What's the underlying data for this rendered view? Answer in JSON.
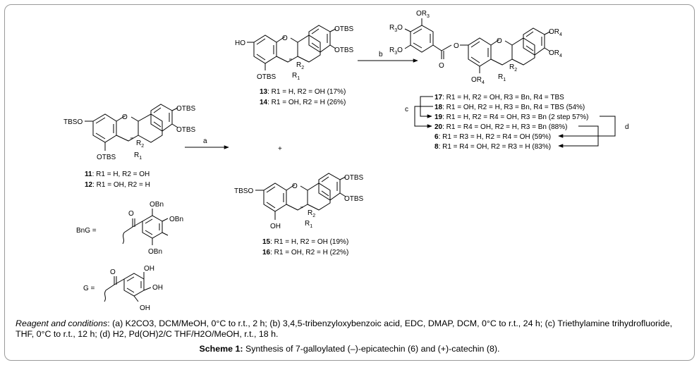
{
  "diagram": {
    "groups": {
      "otbs": "OTBS",
      "tbso": "TBSO",
      "ho": "HO",
      "oh": "OH",
      "o": "O",
      "obn": "OBn",
      "r": "R",
      "or": "OR"
    },
    "subscripts": {
      "s1": "1",
      "s2": "2",
      "s3": "3",
      "s4": "4"
    },
    "stereo": {
      "h1": "''",
      "h2": "''",
      "h3": "''"
    },
    "symbols": {
      "plus": "+",
      "equals": "="
    },
    "arrows": {
      "a": "a",
      "b": "b",
      "c": "c",
      "d": "d"
    },
    "labels": {
      "bng": "BnG =",
      "g": "G ="
    },
    "compounds": {
      "c11": {
        "num": "11",
        "text": ": R1 = H, R2 = OH"
      },
      "c12": {
        "num": "12",
        "text": ": R1 = OH, R2 = H"
      },
      "c13": {
        "num": "13",
        "text": ": R1 = H, R2 = OH (17%)"
      },
      "c14": {
        "num": "14",
        "text": ": R1 = OH, R2 = H (26%)"
      },
      "c15": {
        "num": "15",
        "text": ": R1 = H, R2 = OH (19%)"
      },
      "c16": {
        "num": "16",
        "text": ": R1 = OH, R2 = H (22%)"
      },
      "c17": {
        "num": "17",
        "text": ": R1 = H, R2 = OH, R3 = Bn, R4 = TBS"
      },
      "c18": {
        "num": "18",
        "text": ": R1 = OH, R2 = H, R3 = Bn, R4 = TBS (54%)"
      },
      "c19": {
        "num": "19",
        "text": ": R1 = H, R2 = R4 = OH, R3 = Bn (2 step 57%)"
      },
      "c20": {
        "num": "20",
        "text": ": R1 = R4 = OH, R2 = H, R3 = Bn (88%)"
      },
      "c6": {
        "num": "6",
        "text": ": R1 = R3 = H, R2 = R4 = OH (59%)"
      },
      "c8": {
        "num": "8",
        "text": ": R1 = R4 = OH, R2 = R3 = H (83%)"
      }
    }
  },
  "conditions": {
    "lead": "Reagent and conditions",
    "a": ": (a) K2CO3, DCM/MeOH, 0°C to r.t., 2 h;",
    "b": " (b) 3,4,5-tribenzyloxybenzoic acid, EDC, DMAP, DCM, 0°C to r.t., 24 h;",
    "c": " (c) Triethylamine trihydrofluoride, THF, 0°C to r.t., 12 h;",
    "d": " (d) H2, Pd(OH)2/C THF/H2O/MeOH, r.t., 18 h."
  },
  "caption": {
    "label": "Scheme 1:",
    "text": " Synthesis of 7-galloylated (–)-epicatechin (6) and (+)-catechin (8)."
  }
}
